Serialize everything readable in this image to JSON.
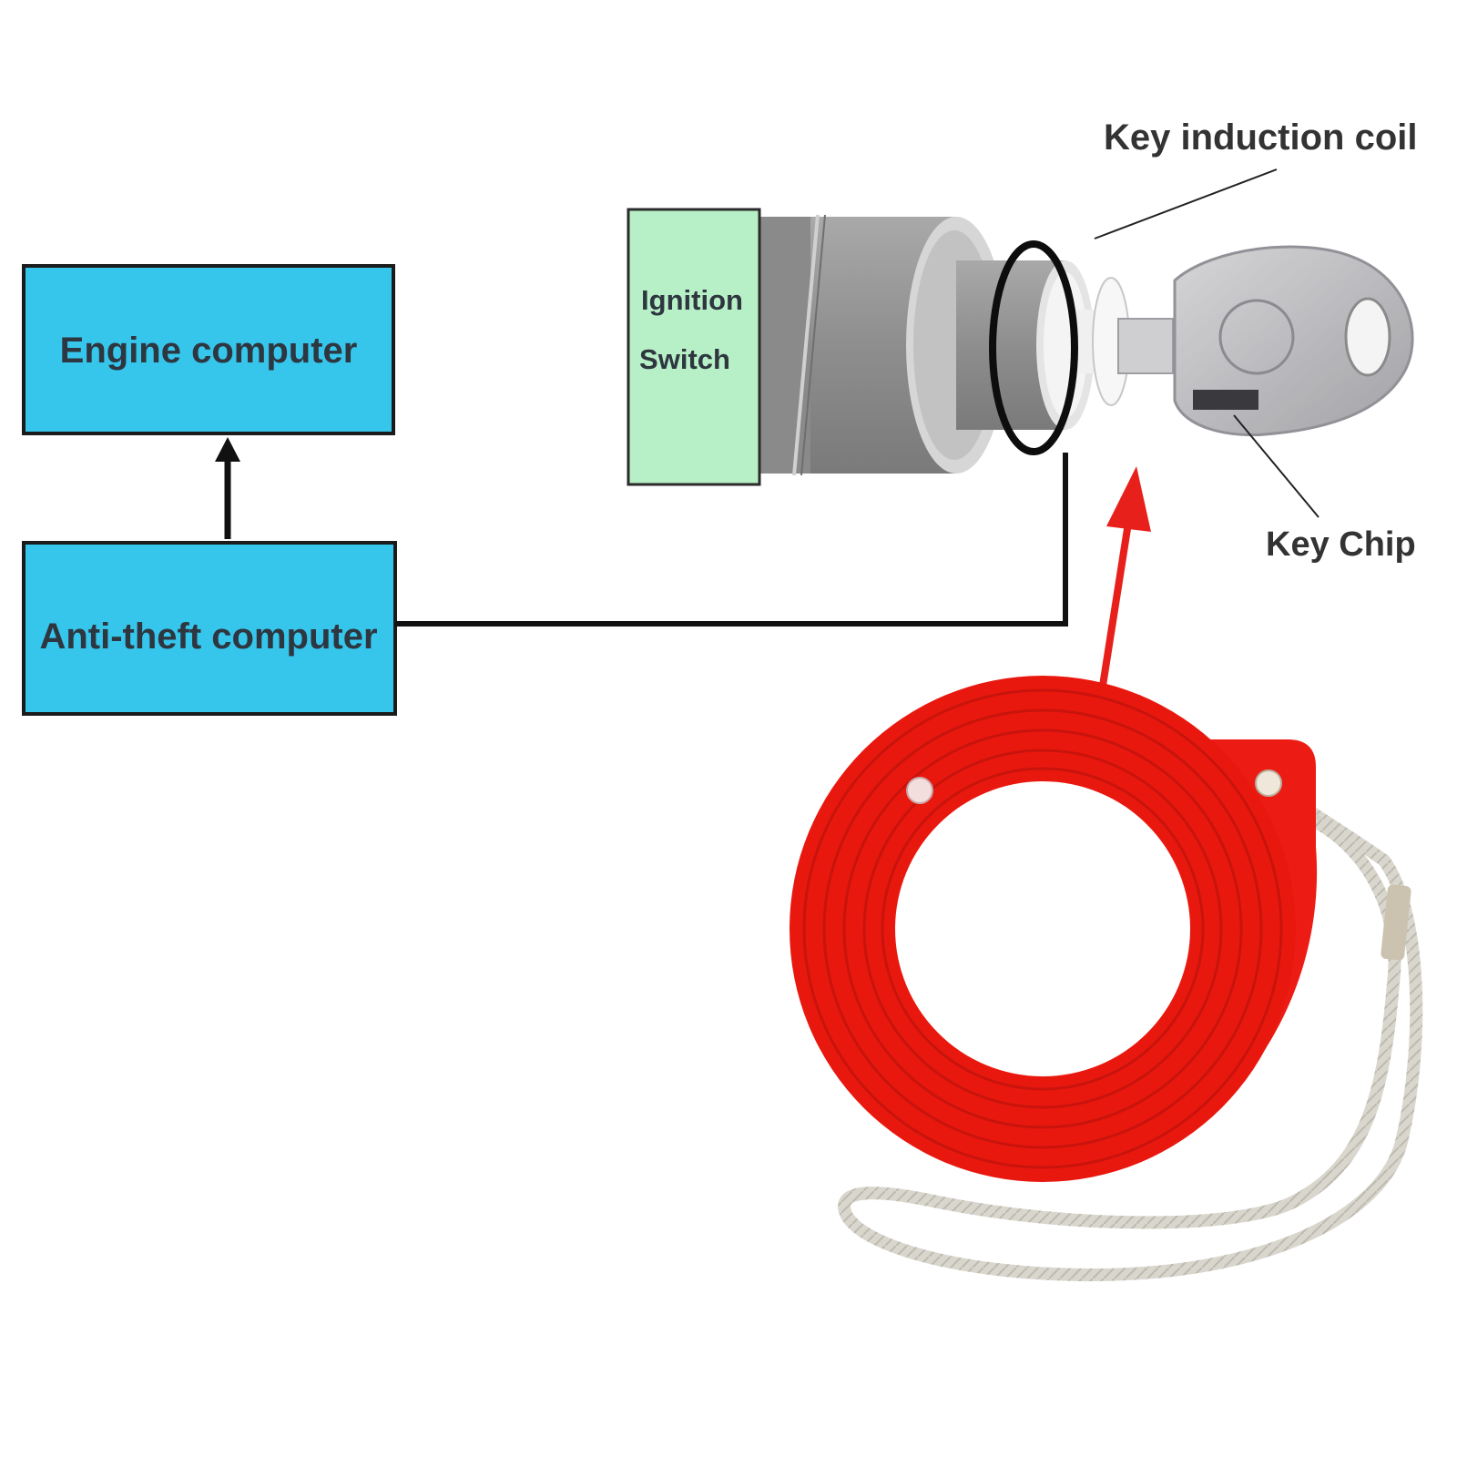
{
  "diagram": {
    "engine_box": {
      "label": "Engine computer"
    },
    "antitheft_box": {
      "label": "Anti-theft computer"
    },
    "ignition_switch": {
      "line1": "Ignition",
      "line2": "Switch"
    },
    "callouts": {
      "coil": "Key induction coil",
      "chip": "Key Chip"
    }
  },
  "colors": {
    "computer_box_fill": "#36c6ec",
    "ignition_fill": "#b7f0c6",
    "cylinder_gray": "#8f8f8f",
    "arrow_red": "#e8201c",
    "coil_product_red": "#ec1c14",
    "lanyard": "#d8d6cc",
    "wire": "#111111"
  },
  "icons": [
    "car-key-icon",
    "key-chip-icon",
    "induction-coil-icon",
    "red-coil-product-icon"
  ]
}
